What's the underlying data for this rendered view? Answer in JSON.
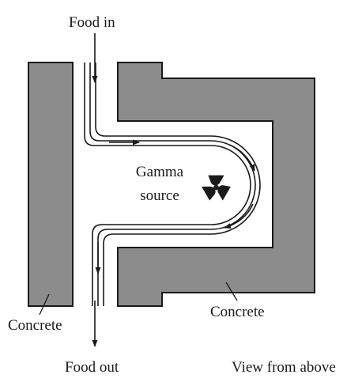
{
  "labels": {
    "food_in": "Food in",
    "food_out": "Food out",
    "gamma_line1": "Gamma",
    "gamma_line2": "source",
    "concrete_left": "Concrete",
    "concrete_right": "Concrete",
    "view": "View from above"
  },
  "colors": {
    "concrete_fill": "#8c8c8c",
    "outline": "#1a1a1a",
    "background": "#ffffff"
  },
  "icons": {
    "gamma_source": "radiation-trefoil-icon"
  }
}
